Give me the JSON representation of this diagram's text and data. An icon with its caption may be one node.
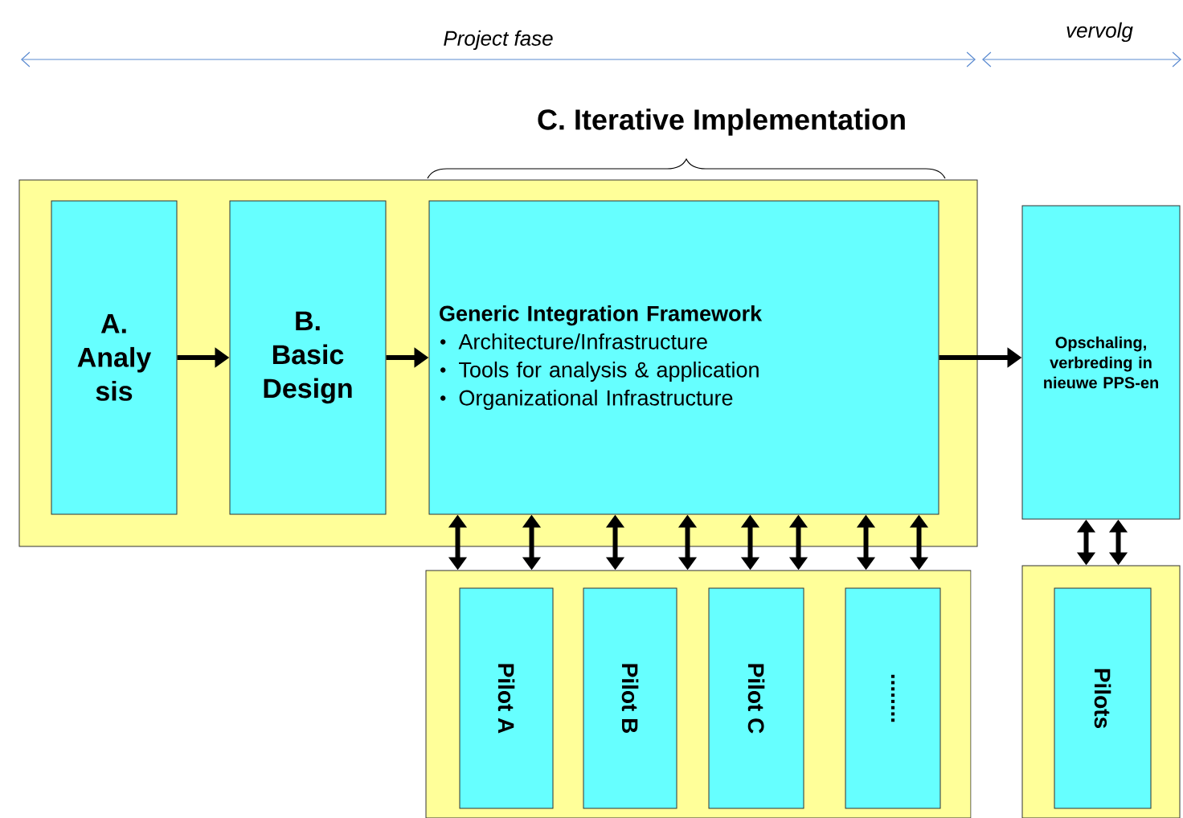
{
  "diagram": {
    "nodes": [
      {
        "text": [],
        "shape": "box"
      },
      {
        "text": [
          "A. Analy sis"
        ],
        "in": 0
      },
      {
        "text": [
          "B. Basic Design"
        ],
        "in": 0
      },
      {
        "text": [
          "Generic Integration Framework",
          "Architecture/Infrastructure",
          "Tools for analysis & application",
          "Organizational Infrastructure"
        ],
        "in": 0
      },
      {
        "text": [
          "Opschaling, verbreding in nieuwe PPS-en"
        ]
      },
      {
        "text": [],
        "shape": "box"
      },
      {
        "text": [
          "Pilot A"
        ],
        "in": 5
      },
      {
        "text": [
          "Pilot B"
        ],
        "in": 5
      },
      {
        "text": [
          "Pilot C"
        ],
        "in": 5
      },
      {
        "text": [
          "........"
        ],
        "in": 5
      },
      {
        "text": [],
        "shape": "box"
      },
      {
        "text": [
          "Pilots"
        ],
        "in": 10
      }
    ],
    "edges": [
      {
        "from": 1,
        "to": 2,
        "arrow": "to"
      },
      {
        "from": 2,
        "to": 3,
        "arrow": "to"
      },
      {
        "from": 3,
        "to": 4,
        "arrow": "to"
      },
      {
        "from": 3,
        "to": 5,
        "arrow": "both"
      },
      {
        "from": 3,
        "to": 5,
        "arrow": "both"
      },
      {
        "from": 3,
        "to": 5,
        "arrow": "both"
      },
      {
        "from": 3,
        "to": 5,
        "arrow": "both"
      },
      {
        "from": 3,
        "to": 5,
        "arrow": "both"
      },
      {
        "from": 3,
        "to": 5,
        "arrow": "both"
      },
      {
        "from": 3,
        "to": 5,
        "arrow": "both"
      },
      {
        "from": 3,
        "to": 5,
        "arrow": "both"
      },
      {
        "from": 4,
        "to": 10,
        "arrow": "both"
      },
      {
        "from": 4,
        "to": 10,
        "arrow": "both"
      }
    ],
    "labels": [
      "Project fase",
      "vervolg",
      "C. Iterative Implementation"
    ]
  }
}
